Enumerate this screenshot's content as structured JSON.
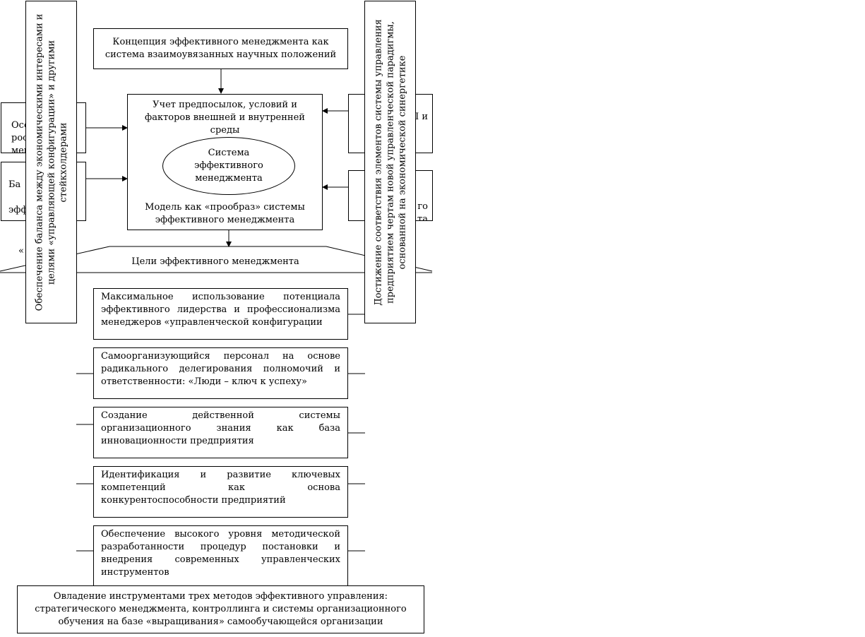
{
  "top_concept": "Концепция эффективного менеджмента как система взаимоувязанных научных положений",
  "center_box": {
    "top_text": "Учет предпосылок, условий и факторов внешней и внутренней среды",
    "ellipse_text": "Система эффективного менеджмента",
    "bottom_text": "Модель как «прообраз» системы эффективного менеджмента"
  },
  "left_vertical": "Обеспечение баланса между экономическими интересами и целями «управляющей конфигурации» и другими стейкхолдерами",
  "right_vertical": "Достижение соответствия элементов системы управления предприятием чертам новой управленческой парадигмы, основанной на экономической синергетике",
  "left_box_1_visible": "Осо\nрос\nмен",
  "left_box_2_visible": "Ба\n\nэфф\nмен",
  "left_fragment": "«",
  "right_box_1_visible": "П          и",
  "right_box_2_visible": "эф              го\nм               та",
  "goals_band": "Цели эффективного менеджмента",
  "goals": [
    "Максимальное использование потенциала эффективного лидерства и профессионализма менеджеров «управленческой конфигурации",
    "Самоорганизующийся персонал на основе радикального делегирования полномочий и ответственности: «Люди – ключ к успеху»",
    "Создание действенной системы организационного знания как база инновационности предприятия",
    "Идентификация и развитие ключевых компетенций как основа конкурентоспособности предприятий",
    "Обеспечение высокого уровня методической разработанности процедур постановки и внедрения современных управленческих инструментов"
  ],
  "bottom_box": "Овладение инструментами трех методов эффективного управления: стратегического менеджмента, контроллинга и системы организационного обучения на базе «выращивания» самообучающейся организации"
}
